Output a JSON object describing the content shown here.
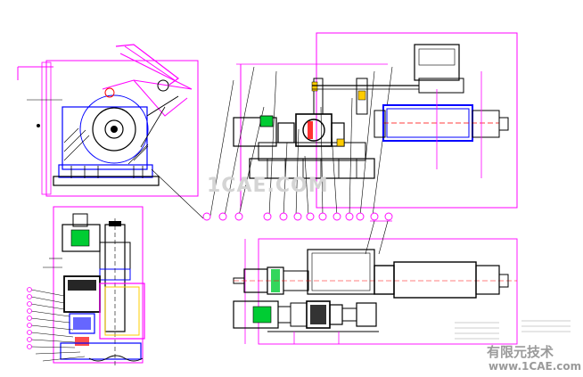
{
  "watermarks": {
    "center": "1CAE.COM",
    "brand_cn": "有限元技术",
    "brand_url": "www.1CAE.com"
  },
  "colors": {
    "outline": "#ff00ff",
    "detail": "#0000ff",
    "motor": "#00cc33",
    "dim": "#1a1a1a",
    "accent_red": "#ff0000",
    "accent_yellow": "#ffcc00"
  }
}
